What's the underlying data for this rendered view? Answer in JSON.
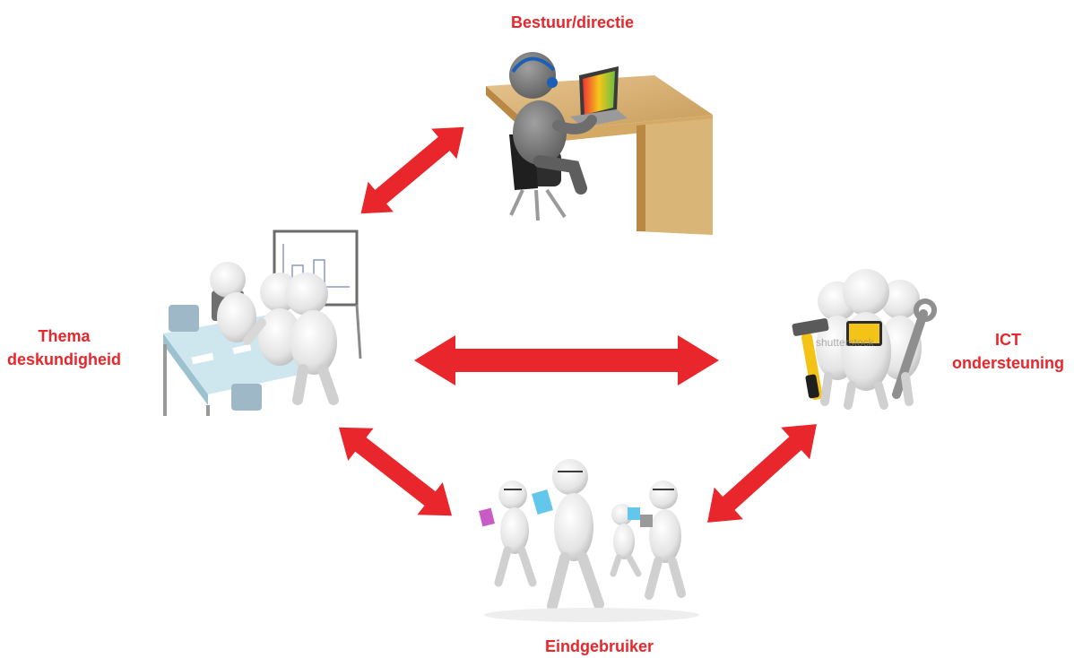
{
  "nodes": {
    "top": {
      "lines": [
        "Bestuur/directie"
      ]
    },
    "left": {
      "lines": [
        "Thema",
        "deskundigheid"
      ]
    },
    "right": {
      "lines": [
        "ICT",
        "ondersteuning"
      ]
    },
    "bottom": {
      "lines": [
        "Eindgebruiker"
      ]
    }
  },
  "illustrations": {
    "top": "person-at-desk-with-laptop-and-headset",
    "left": "meeting-table-with-whiteboard",
    "right": "group-holding-tools-and-tablet",
    "bottom": "group-walking-with-laptops"
  },
  "watermark": "shutterstock",
  "colors": {
    "accent": "#e8262b"
  }
}
